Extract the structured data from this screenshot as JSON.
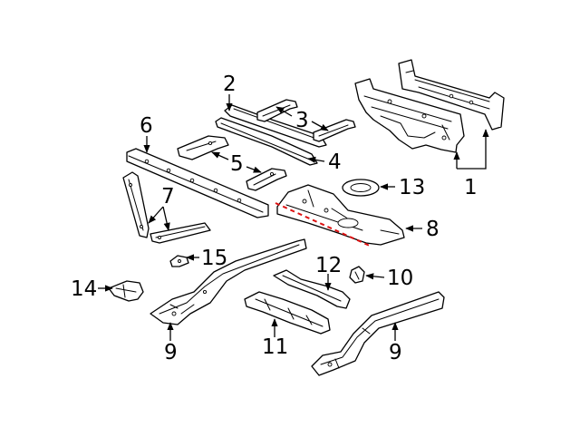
{
  "callouts": {
    "c1": "1",
    "c2": "2",
    "c3": "3",
    "c4": "4",
    "c5": "5",
    "c6": "6",
    "c7": "7",
    "c8": "8",
    "c9a": "9",
    "c9b": "9",
    "c10": "10",
    "c11": "11",
    "c12": "12",
    "c13": "13",
    "c14": "14",
    "c15": "15"
  },
  "colors": {
    "ink": "#000000",
    "background": "#ffffff",
    "cut_line": "#dd1111"
  }
}
